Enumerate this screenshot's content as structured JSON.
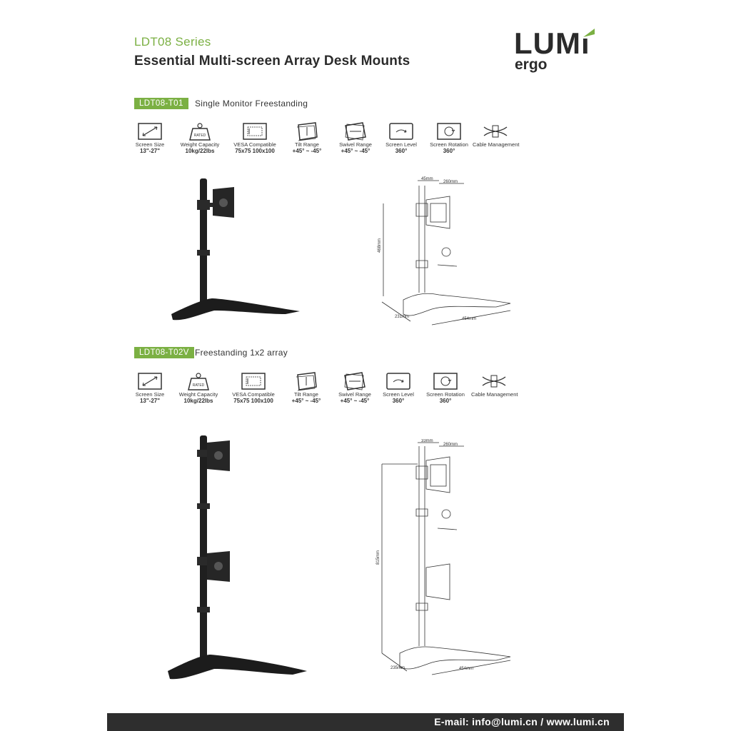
{
  "header": {
    "series": "LDT08 Series",
    "title": "Essential Multi-screen Array Desk Mounts"
  },
  "logo": {
    "brand": "LUMi",
    "sub": "ergo",
    "accent_color": "#7bb043"
  },
  "sections": [
    {
      "badge": "LDT08-T01",
      "subtitle": "Single Monitor Freestanding",
      "features": [
        {
          "icon": "screen-size-icon",
          "label": "Screen Size",
          "value": "13\"-27\""
        },
        {
          "icon": "weight-capacity-icon",
          "label": "Weight Capacity",
          "value": "10kg/22lbs"
        },
        {
          "icon": "vesa-icon",
          "label": "VESA Compatible",
          "value": "75x75 100x100"
        },
        {
          "icon": "tilt-range-icon",
          "label": "Tilt Range",
          "value": "+45° ~ -45°"
        },
        {
          "icon": "swivel-range-icon",
          "label": "Swivel Range",
          "value": "+45° ~ -45°"
        },
        {
          "icon": "screen-level-icon",
          "label": "Screen Level",
          "value": "360°"
        },
        {
          "icon": "screen-rotation-icon",
          "label": "Screen Rotation",
          "value": "360°"
        },
        {
          "icon": "cable-management-icon",
          "label": "Cable Management",
          "value": ""
        }
      ],
      "dims": {
        "top1": "45mm",
        "top2": "260mm",
        "height": "468mm",
        "depth": "231mm",
        "width": "454mm"
      }
    },
    {
      "badge": "LDT08-T02V",
      "subtitle": "Freestanding 1x2 array",
      "features": [
        {
          "icon": "screen-size-icon",
          "label": "Screen Size",
          "value": "13\"-27\""
        },
        {
          "icon": "weight-capacity-icon",
          "label": "Weight Capacity",
          "value": "10kg/22lbs"
        },
        {
          "icon": "vesa-icon",
          "label": "VESA Compatible",
          "value": "75x75 100x100"
        },
        {
          "icon": "tilt-range-icon",
          "label": "Tilt Range",
          "value": "+45° ~ -45°"
        },
        {
          "icon": "swivel-range-icon",
          "label": "Swivel Range",
          "value": "+45° ~ -45°"
        },
        {
          "icon": "screen-level-icon",
          "label": "Screen Level",
          "value": "360°"
        },
        {
          "icon": "screen-rotation-icon",
          "label": "Screen Rotation",
          "value": "360°"
        },
        {
          "icon": "cable-management-icon",
          "label": "Cable Management",
          "value": ""
        }
      ],
      "dims": {
        "top1": "33mm",
        "top2": "260mm",
        "height": "815mm",
        "depth": "235mm",
        "width": "454mm"
      }
    }
  ],
  "footer": {
    "text": "E-mail: info@lumi.cn  /  www.lumi.cn"
  }
}
